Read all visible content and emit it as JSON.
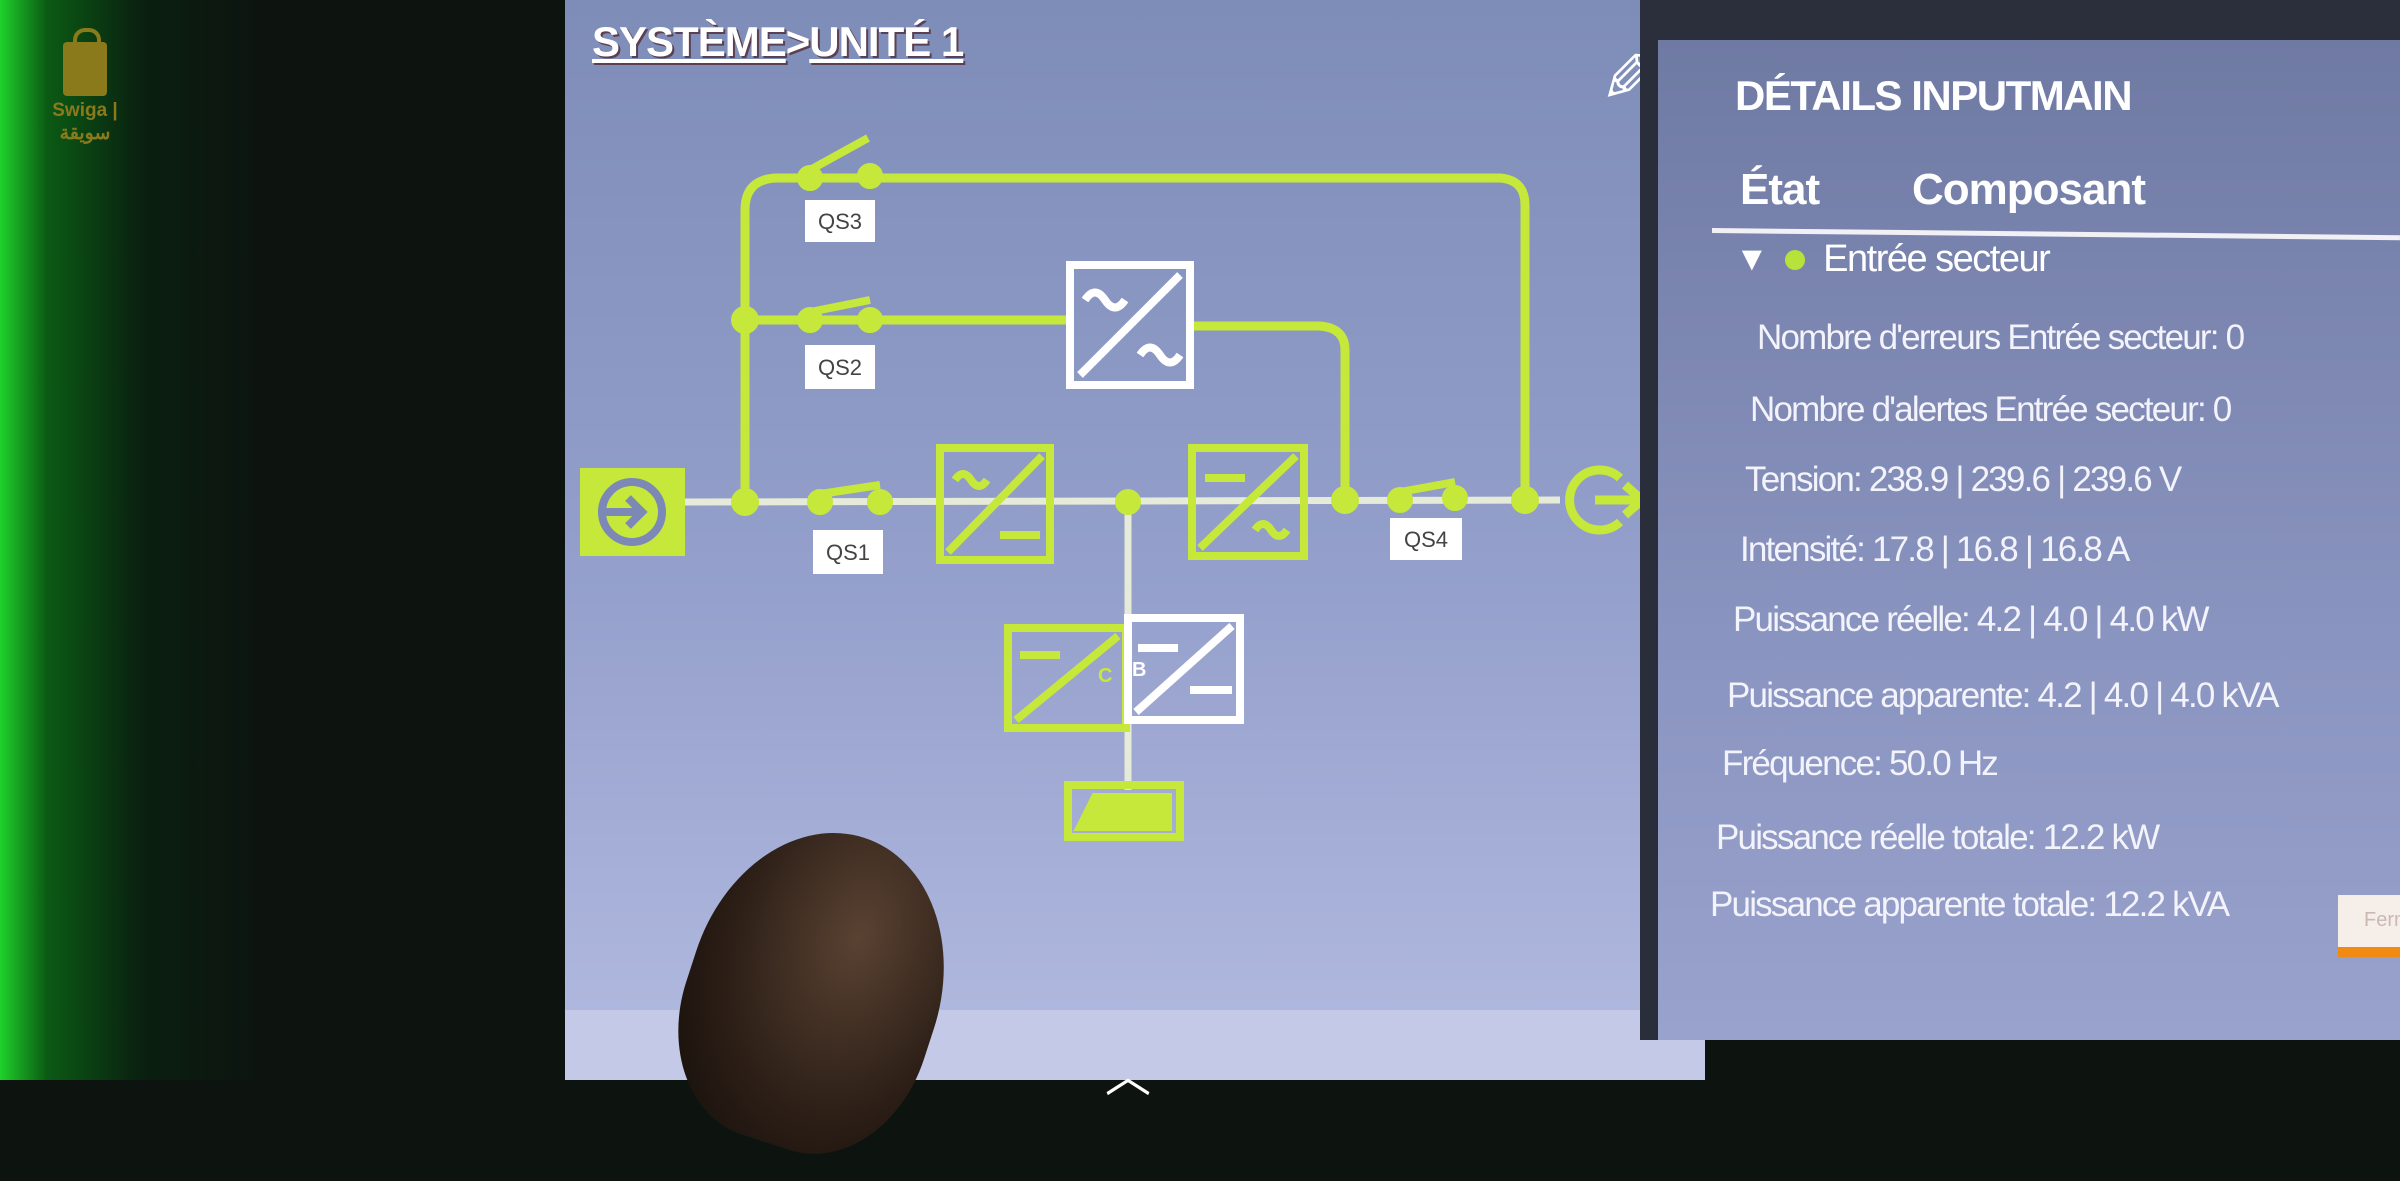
{
  "watermark": {
    "text": "Swiga | سويقة"
  },
  "header": {
    "breadcrumb_root": "SYSTÈME",
    "separator": ">",
    "breadcrumb_current": "UNITÉ 1"
  },
  "diagram": {
    "switches": [
      "QS1",
      "QS2",
      "QS3",
      "QS4"
    ],
    "converter_labels": {
      "charger": "C",
      "booster": "B"
    },
    "accent_color": "#c6e83a",
    "active_color": "#ffffff"
  },
  "details": {
    "title": "DÉTAILS INPUTMAIN",
    "tabs": [
      "État",
      "Composant"
    ],
    "component": {
      "name": "Entrée secteur",
      "status_color": "#b6e23a"
    },
    "lines": [
      "Nombre d'erreurs Entrée secteur: 0",
      "Nombre d'alertes Entrée secteur: 0",
      "Tension: 238.9 | 239.6 | 239.6 V",
      "Intensité: 17.8 | 16.8 | 16.8 A",
      "Puissance réelle: 4.2 | 4.0 | 4.0 kW",
      "Puissance apparente: 4.2 | 4.0 | 4.0 kVA",
      "Fréquence: 50.0 Hz",
      "Puissance réelle totale: 12.2 kW",
      "Puissance apparente totale: 12.2 kVA"
    ],
    "close_label": "Ferm"
  }
}
